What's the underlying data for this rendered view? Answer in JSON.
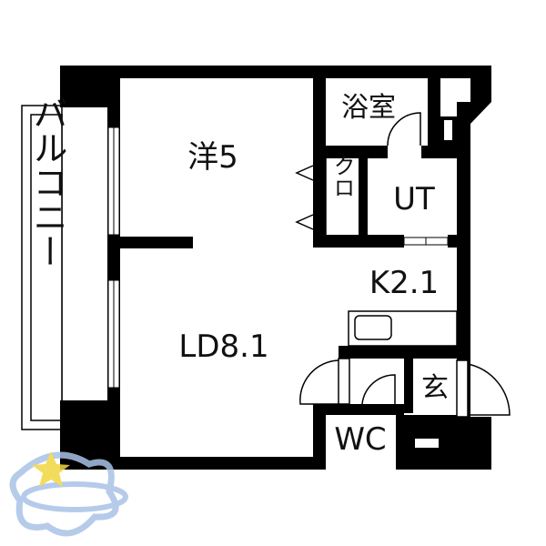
{
  "floor_plan": {
    "rooms": {
      "western_room": "洋5",
      "bath": "浴室",
      "closet": "クロ",
      "utility": "UT",
      "kitchen": "K2.1",
      "living_dining": "LD8.1",
      "entrance": "玄",
      "toilet": "WC",
      "balcony": "バルコニー"
    },
    "colors": {
      "wall": "#000000",
      "background": "#ffffff",
      "watermark_star": "#f2d640",
      "watermark_blue": "#a9c2e6"
    }
  }
}
